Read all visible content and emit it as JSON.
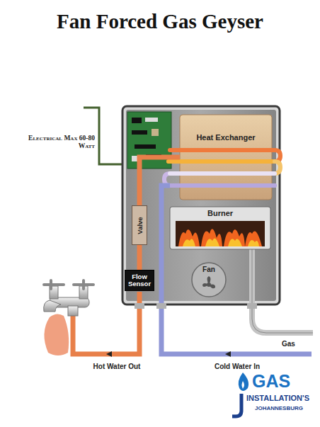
{
  "diagram": {
    "title": "Fan Forced Gas Geyser",
    "nodes": [
      {
        "text": [
          "Heat Exchanger"
        ]
      },
      {
        "text": [
          "Valve"
        ]
      },
      {
        "text": [
          "Burner"
        ]
      },
      {
        "text": [
          "Flow Sensor"
        ]
      },
      {
        "text": [
          "Fan"
        ]
      }
    ],
    "edges": [
      {
        "from": 1,
        "to": 0,
        "arrow": "none"
      },
      {
        "from": 1,
        "to": 3,
        "arrow": "none"
      }
    ],
    "labels": [
      "Electrical Max 60-80 Watt",
      "Gas",
      "Hot Water Out",
      "Cold Water In",
      "GAS",
      "INSTALLATION'S",
      "JOHANNESBURG"
    ]
  }
}
